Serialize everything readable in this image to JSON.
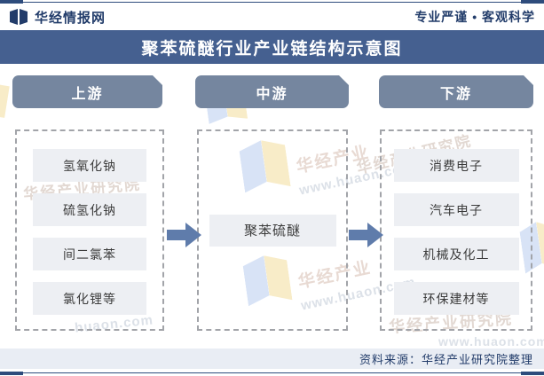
{
  "header": {
    "brand": "华经情报网",
    "slogan": "专业严谨 • 客观科学"
  },
  "title": "聚苯硫醚行业产业链结构示意图",
  "chain": {
    "columns": [
      {
        "stage": "上游",
        "items": [
          "氢氧化钠",
          "硫氢化钠",
          "间二氯苯",
          "氯化锂等"
        ]
      },
      {
        "stage": "中游",
        "items": [
          "聚苯硫醚"
        ]
      },
      {
        "stage": "下游",
        "items": [
          "消费电子",
          "汽车电子",
          "机械及化工",
          "环保建材等"
        ]
      }
    ]
  },
  "footer": {
    "source": "资料来源：华经产业研究院整理"
  },
  "watermark": {
    "brand": "华经产业研究院",
    "short": "华经产业",
    "site": "www.huaon.com",
    "site_short": "huaon.com"
  },
  "colors": {
    "navy": "#223C6A",
    "title_bar": "#456090",
    "stage_button": "#75869F",
    "arrow": "#5F7CAB",
    "item_fill": "#EDEFF3",
    "source_bar": "#E9EDF4"
  }
}
